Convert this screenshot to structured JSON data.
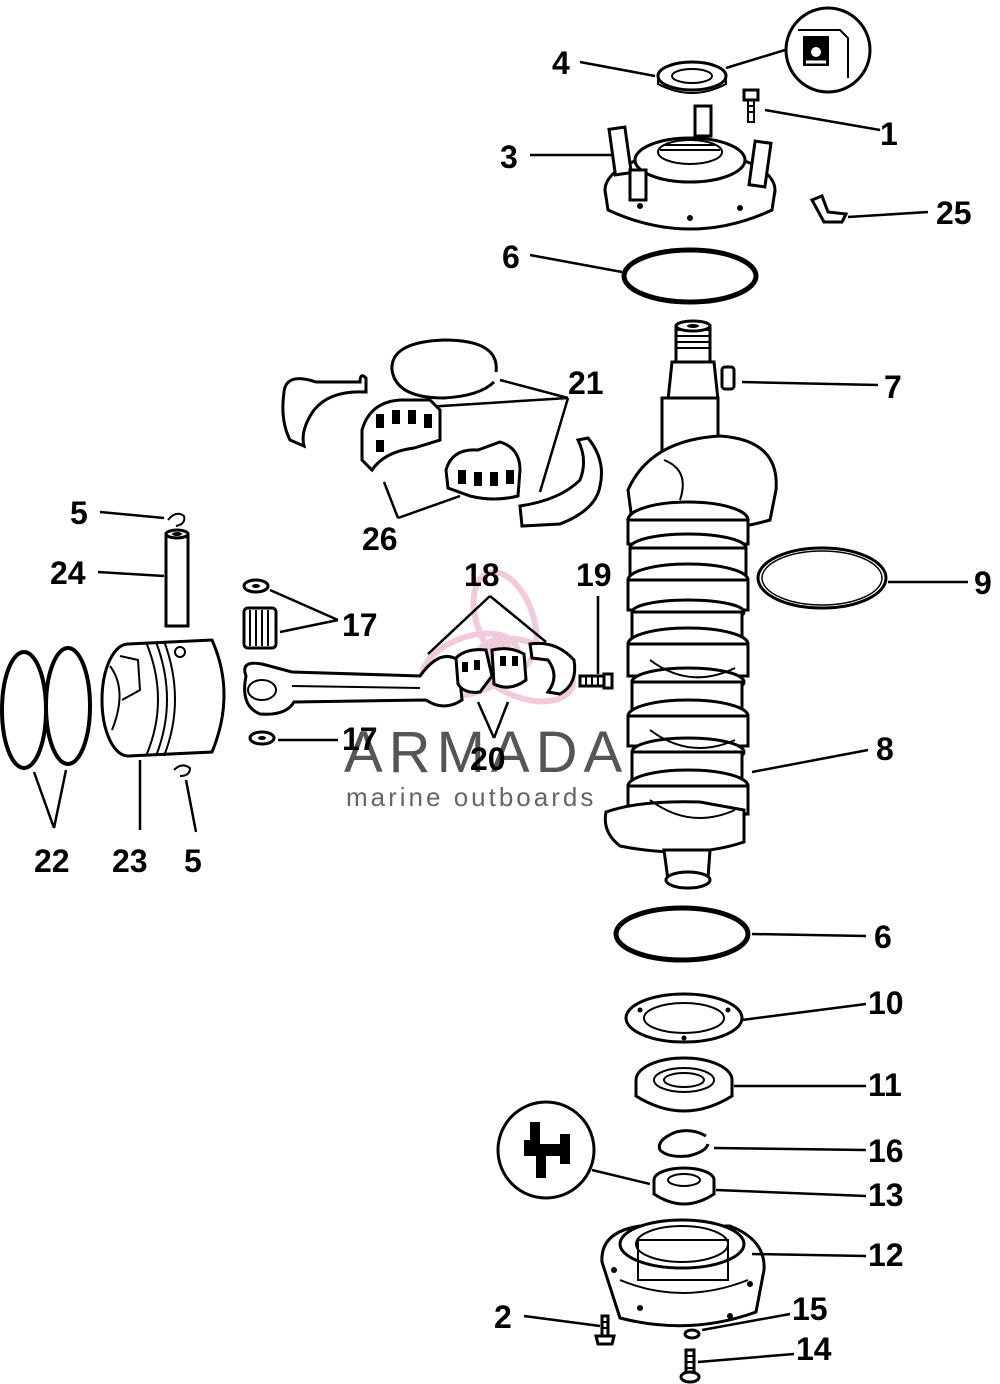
{
  "watermark": {
    "brand": "ARMADA",
    "tagline": "marine outboards",
    "logo_icon": "propeller-logo-icon",
    "accent_color": "#e8a0c4"
  },
  "labels": {
    "l1": "1",
    "l2": "2",
    "l3": "3",
    "l4": "4",
    "l5a": "5",
    "l5b": "5",
    "l6a": "6",
    "l6b": "6",
    "l7": "7",
    "l8": "8",
    "l9": "9",
    "l10": "10",
    "l11": "11",
    "l12": "12",
    "l13": "13",
    "l14": "14",
    "l15": "15",
    "l16": "16",
    "l17a": "17",
    "l17b": "17",
    "l18": "18",
    "l19": "19",
    "l20": "20",
    "l21": "21",
    "l22": "22",
    "l23": "23",
    "l24": "24",
    "l25": "25",
    "l26": "26"
  },
  "icons": {
    "sealant_top": "sealant-tube-icon",
    "sealant_bottom": "grease-gun-icon"
  }
}
